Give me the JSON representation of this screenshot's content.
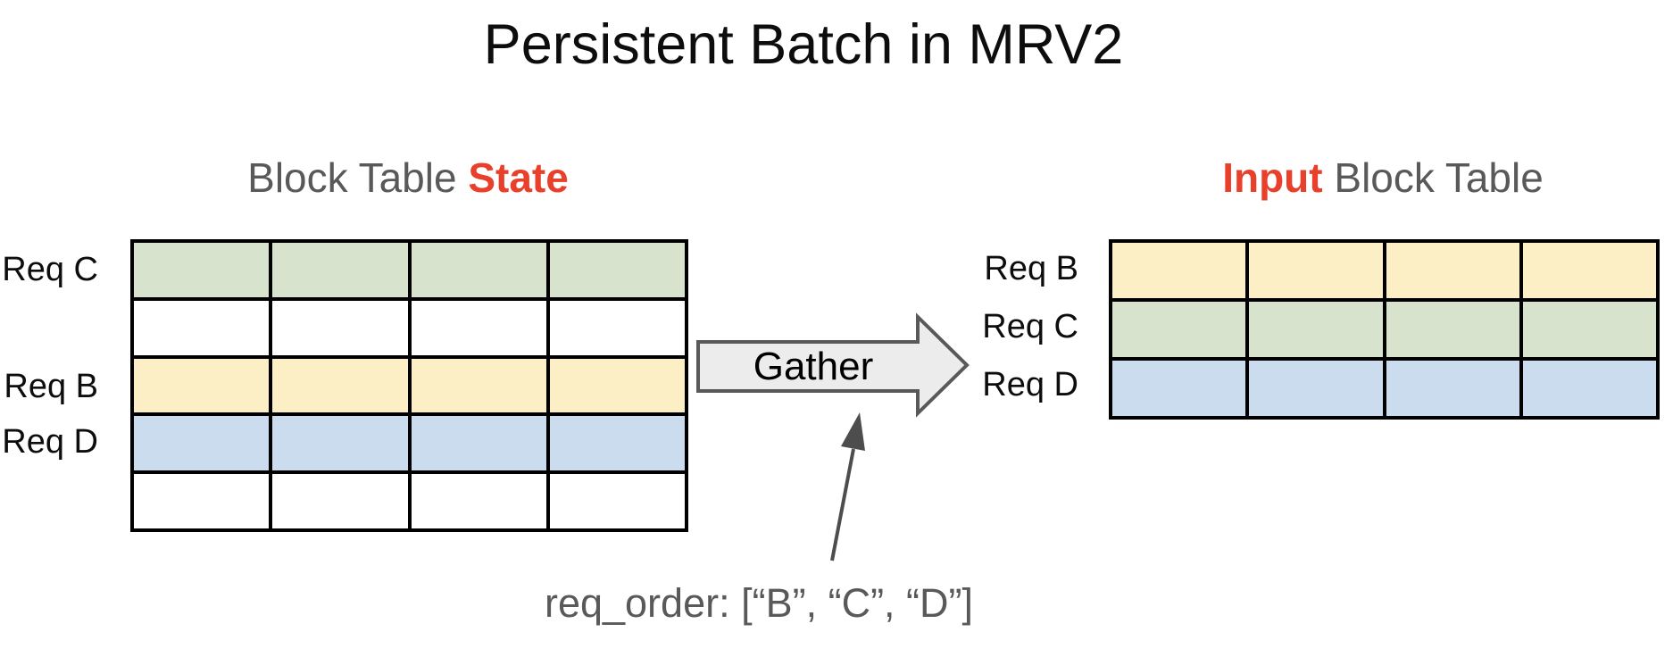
{
  "title": "Persistent Batch in MRV2",
  "left_table": {
    "heading": {
      "prefix": "Block Table ",
      "highlight": "State"
    },
    "columns": 4,
    "rows": [
      {
        "label": "Req C",
        "color": "green",
        "fill": "#d8e3cd"
      },
      {
        "label": "",
        "color": "white",
        "fill": "#ffffff"
      },
      {
        "label": "Req B",
        "color": "yellow",
        "fill": "#fcefc5"
      },
      {
        "label": "Req D",
        "color": "blue",
        "fill": "#cbdcee"
      },
      {
        "label": "",
        "color": "white",
        "fill": "#ffffff"
      }
    ]
  },
  "right_table": {
    "heading": {
      "highlight": "Input",
      "suffix": " Block Table"
    },
    "columns": 4,
    "rows": [
      {
        "label": "Req B",
        "color": "yellow",
        "fill": "#fcefc5"
      },
      {
        "label": "Req C",
        "color": "green",
        "fill": "#d8e3cd"
      },
      {
        "label": "Req D",
        "color": "blue",
        "fill": "#cbdcee"
      }
    ]
  },
  "gather_arrow": {
    "label": "Gather"
  },
  "annotation": {
    "text": "req_order: [“B”, “C”, “D”]"
  },
  "colors": {
    "highlight_red": "#e8402a",
    "heading_gray": "#595959",
    "table_border": "#000000",
    "gather_fill": "#ececec",
    "gather_stroke": "#595959",
    "annotation_arrow": "#4d4d4d"
  }
}
